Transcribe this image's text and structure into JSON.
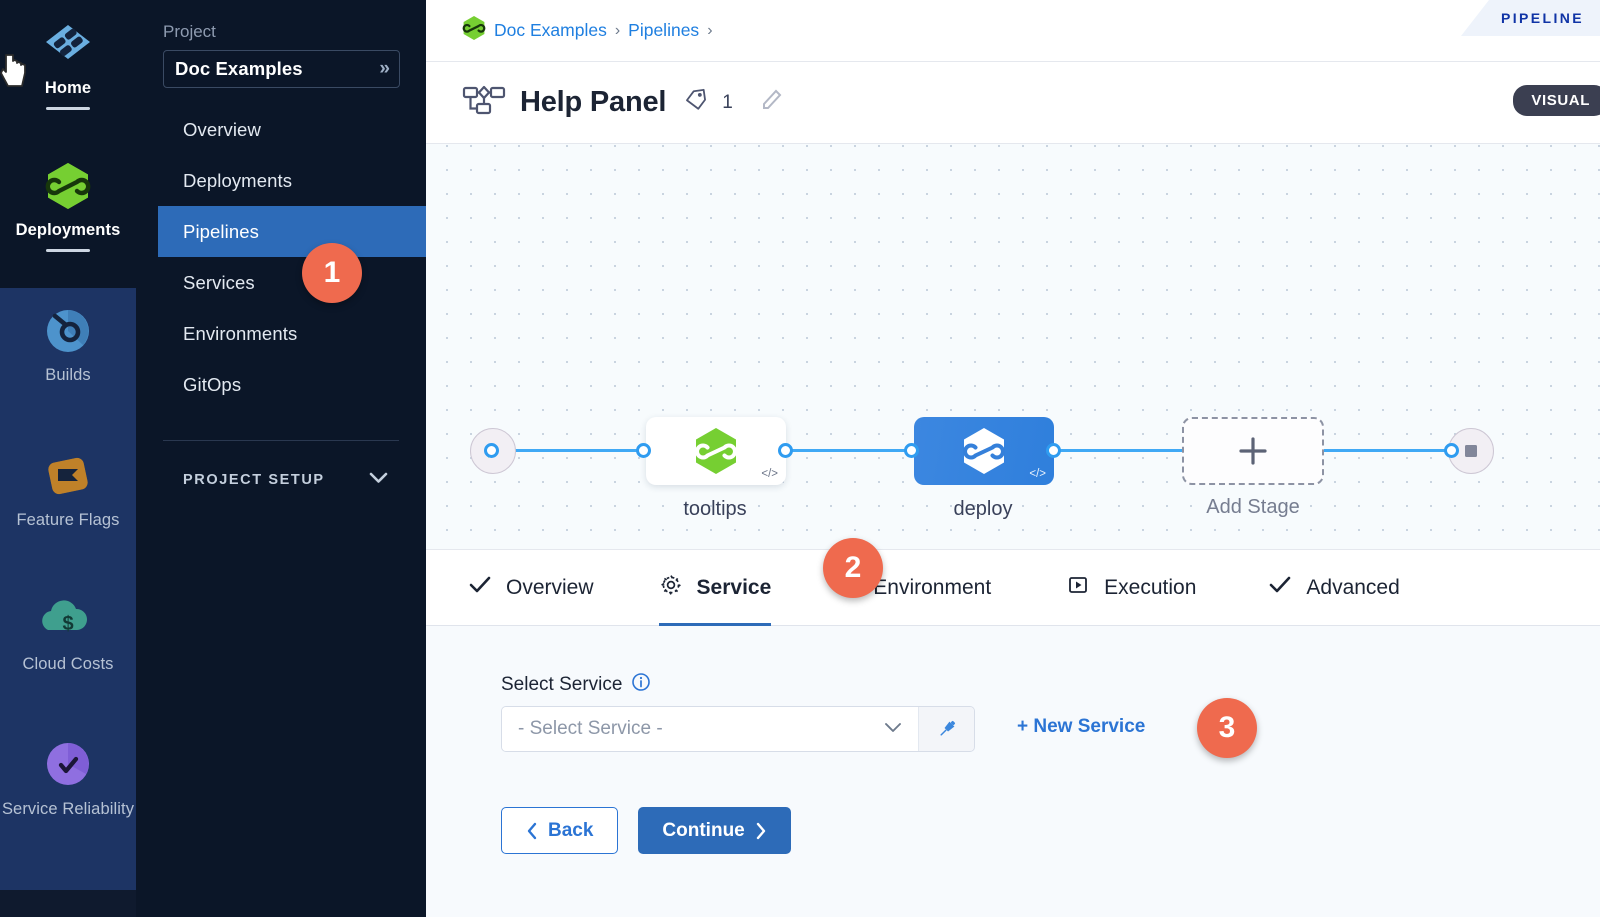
{
  "app_rail": {
    "items": [
      {
        "label": "Home",
        "icon": "home-module-icon",
        "selected": true
      },
      {
        "label": "Deployments",
        "icon": "deployments-module-icon",
        "selected": true
      },
      {
        "label": "Builds",
        "icon": "builds-module-icon",
        "selected": false
      },
      {
        "label": "Feature Flags",
        "icon": "feature-flags-module-icon",
        "selected": false
      },
      {
        "label": "Cloud Costs",
        "icon": "cloud-costs-module-icon",
        "selected": false
      },
      {
        "label": "Service Reliability",
        "icon": "service-reliability-module-icon",
        "selected": false
      }
    ]
  },
  "project_sidebar": {
    "section_label": "Project",
    "project_name": "Doc Examples",
    "project_chevron": "»",
    "nav": [
      {
        "label": "Overview",
        "active": false
      },
      {
        "label": "Deployments",
        "active": false
      },
      {
        "label": "Pipelines",
        "active": true
      },
      {
        "label": "Services",
        "active": false
      },
      {
        "label": "Environments",
        "active": false
      },
      {
        "label": "GitOps",
        "active": false
      }
    ],
    "setup_label": "PROJECT SETUP"
  },
  "breadcrumb": {
    "items": [
      "Doc Examples",
      "Pipelines"
    ],
    "separator": "›"
  },
  "top_tab": {
    "label": "PIPELINE"
  },
  "header": {
    "title": "Help Panel",
    "tag_count": "1",
    "edit_icon": "pencil-icon",
    "pipeline_icon": "pipeline-diagram-icon",
    "mode_badge": "VISUAL"
  },
  "canvas": {
    "start_icon": "play-icon",
    "end_icon": "stop-icon",
    "stages": [
      {
        "name": "tooltips",
        "style": "white",
        "icon": "harness-hexagon-green",
        "code_badge": "</>"
      },
      {
        "name": "deploy",
        "style": "blue",
        "icon": "harness-hexagon-white",
        "code_badge": "</>"
      }
    ],
    "add_stage_label": "Add Stage",
    "add_stage_icon": "plus-icon"
  },
  "step_tabs": [
    {
      "label": "Overview",
      "icon": "check-icon",
      "active": false
    },
    {
      "label": "Service",
      "icon": "gear-icon",
      "active": true
    },
    {
      "label": "Environment",
      "icon": "layers-icon",
      "active": false
    },
    {
      "label": "Execution",
      "icon": "play-box-icon",
      "active": false
    },
    {
      "label": "Advanced",
      "icon": "check-icon",
      "active": false
    }
  ],
  "service_form": {
    "field_label": "Select Service",
    "info_icon": "info-icon",
    "select_placeholder": "- Select Service -",
    "chevron_icon": "chevron-down-icon",
    "pin_icon": "pin-icon",
    "new_service_label": "+ New Service",
    "back_label": "Back",
    "continue_label": "Continue"
  },
  "callouts": [
    {
      "number": "1"
    },
    {
      "number": "2"
    },
    {
      "number": "3"
    }
  ],
  "colors": {
    "accent_blue": "#2d6bb8",
    "link_blue": "#1f7fe0",
    "callout_orange": "#ef6a4e",
    "rail_dark": "#0b1628",
    "rail_blue": "#1d3464",
    "harness_green": "#5ec15a"
  }
}
